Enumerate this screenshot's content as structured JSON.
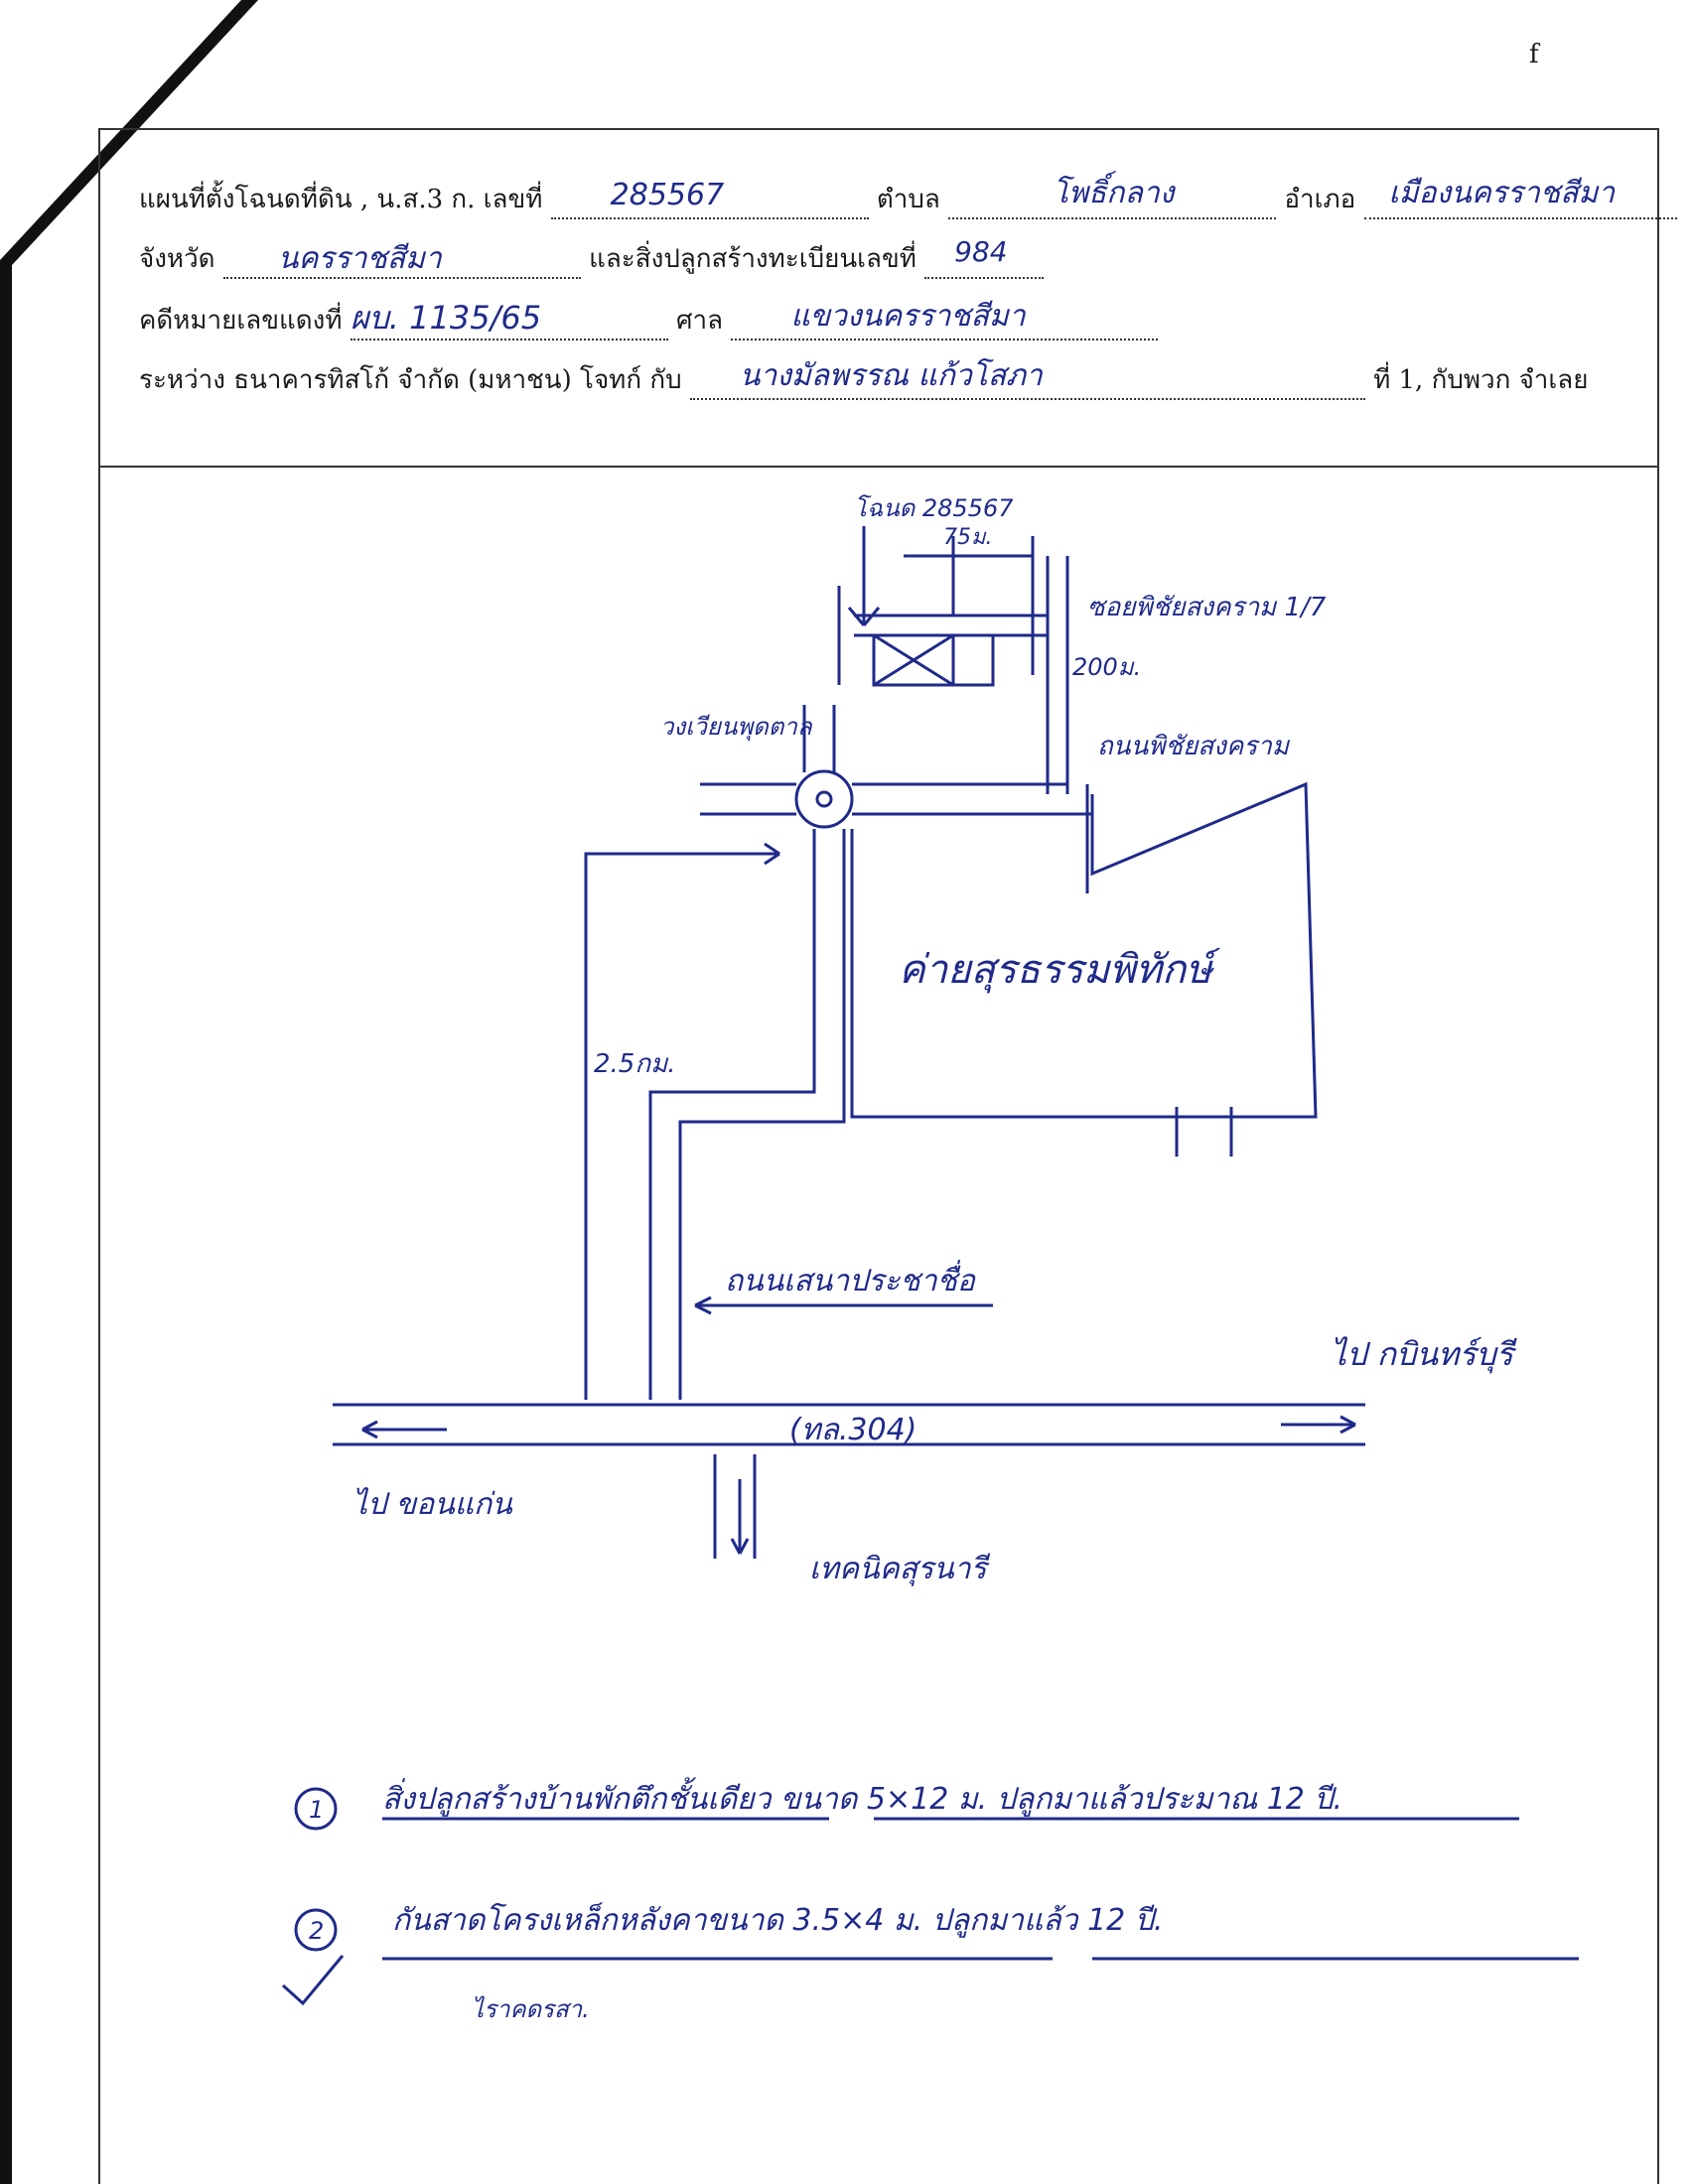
{
  "page_number": "f",
  "header": {
    "line1": {
      "label_map": "แผนที่ตั้งโฉนดที่ดิน , น.ส.3 ก. เลขที่",
      "deed_no": "285567",
      "label_subdistrict": "ตำบล",
      "subdistrict": "โพธิ์กลาง",
      "label_district": "อำเภอ",
      "district": "เมืองนครราชสีมา"
    },
    "line2": {
      "label_province": "จังหวัด",
      "province": "นครราชสีมา",
      "label_building": "และสิ่งปลูกสร้างทะเบียนเลขที่",
      "building_no": "984"
    },
    "line3": {
      "label_case": "คดีหมายเลขแดงที่",
      "case_no": "ผบ. 1135/65",
      "label_court": "ศาล",
      "court": "แขวงนครราชสีมา"
    },
    "line4": {
      "label_between": "ระหว่าง  ธนาคารทิสโก้ จำกัด (มหาชน)  โจทก์ กับ",
      "defendant": "นางมัลพรรณ แก้วโสภา",
      "label_tail": "ที่ 1, กับพวก จำเลย"
    }
  },
  "map": {
    "deed_label": "โฉนด 285567",
    "distance_75": "75ม.",
    "soi_label": "ซอยพิชัยสงคราม 1/7",
    "distance_200": "200ม.",
    "circle_label": "วงเวียนพุดตาล",
    "road_pichai": "ถนนพิชัยสงคราม",
    "camp_label": "ค่ายสุรธรรมพิทักษ์",
    "distance_25km": "2.5กม.",
    "road_senapra": "ถนนเสนาประชาชื่อ",
    "to_east": "ไป กบินทร์บุรี",
    "highway": "(ทล.304)",
    "to_west": "ไป ขอนแก่น",
    "south_label": "เทคนิคสุรนารี"
  },
  "notes": {
    "note1_num": "1",
    "note1": "สิ่งปลูกสร้างบ้านพักตึกชั้นเดียว ขนาด 5×12 ม. ปลูกมาแล้วประมาณ 12 ปี.",
    "note2_num": "2",
    "note2": "กันสาดโครงเหล็กหลังคาขนาด 3.5×4 ม. ปลูกมาแล้ว 12 ปี.",
    "signature": "ไราคดรสา."
  }
}
